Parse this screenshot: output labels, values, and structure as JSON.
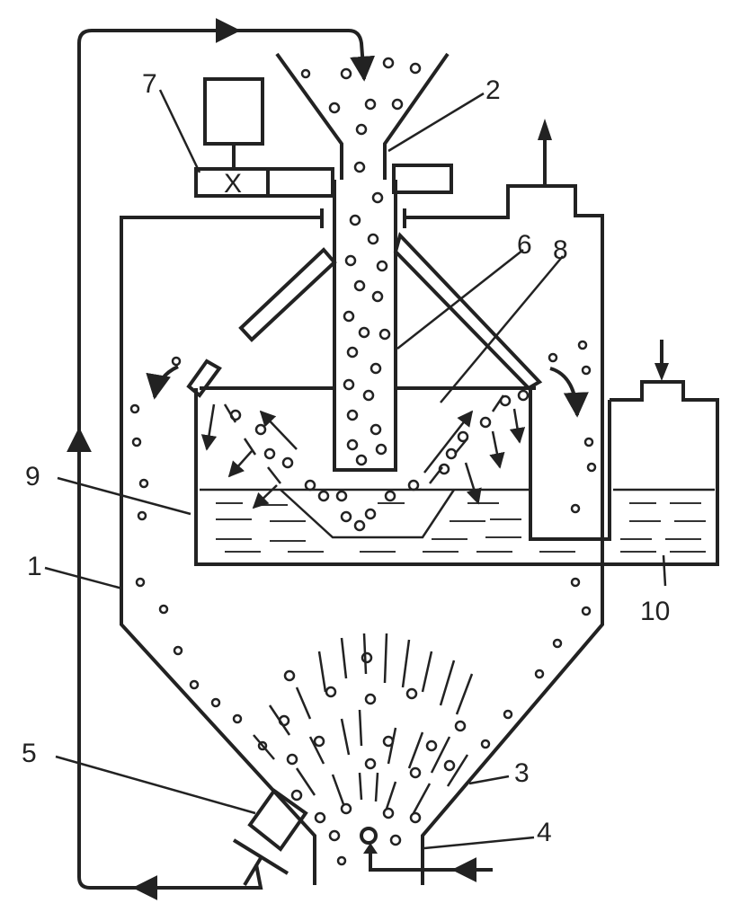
{
  "diagram": {
    "labels": {
      "l1": "1",
      "l2": "2",
      "l3": "3",
      "l4": "4",
      "l5": "5",
      "l6": "6",
      "l7": "7",
      "l8": "8",
      "l9": "9",
      "l10": "10"
    },
    "valve_mark": "X"
  }
}
